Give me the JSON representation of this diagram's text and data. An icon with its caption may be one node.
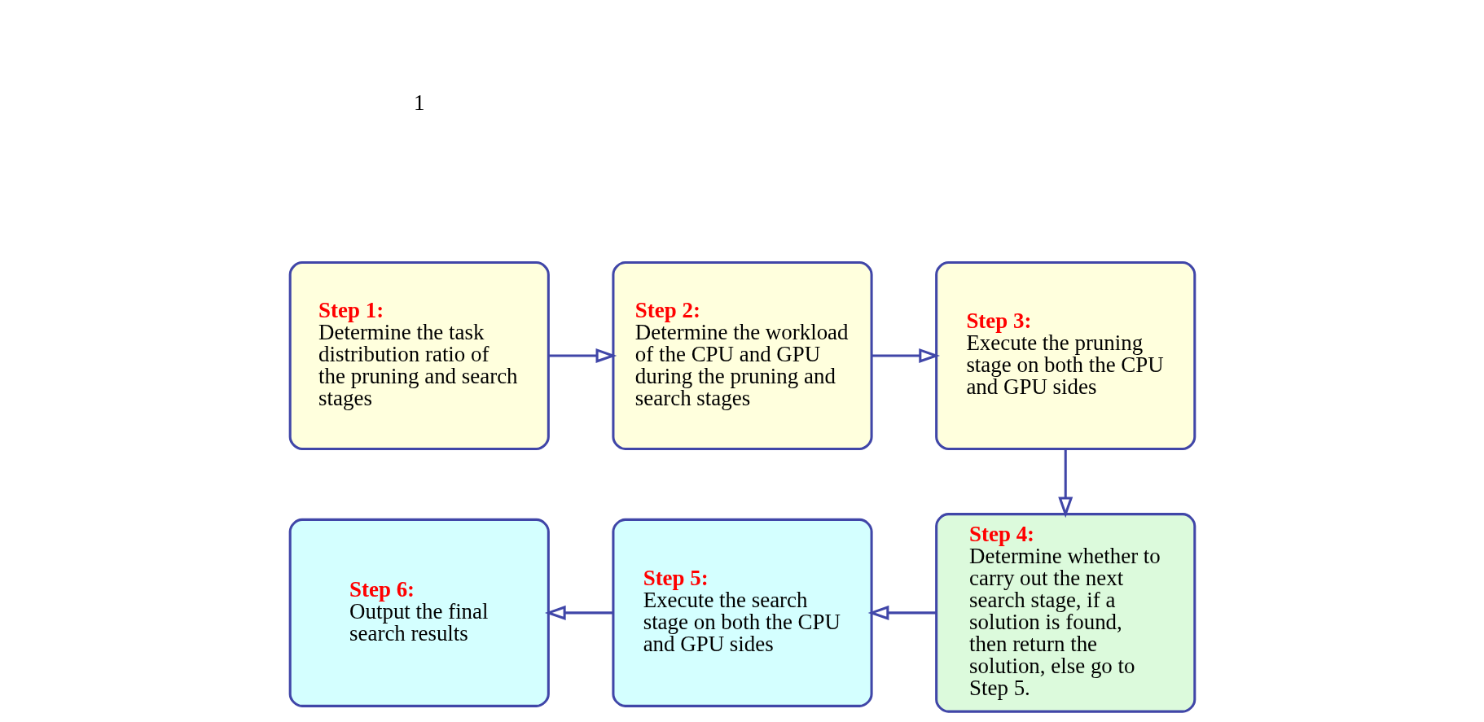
{
  "diagram": {
    "nodes": [
      {
        "text": [
          "Step 1:",
          "Determine the task distribution ratio of the pruning and search stages"
        ]
      },
      {
        "text": [
          "Step 2:",
          "Determine the workload of the CPU and GPU during the pruning and search stages"
        ]
      },
      {
        "text": [
          "Step 3:",
          "Execute the pruning stage on both the CPU and GPU sides"
        ]
      },
      {
        "text": [
          "Step 4:",
          "Determine whether to carry out the next search stage, if a solution is found, then return the solution, else go to Step 5."
        ]
      },
      {
        "text": [
          "Step 5:",
          "Execute the search stage on both the CPU and GPU sides"
        ]
      },
      {
        "text": [
          "Step 6:",
          "Output the final search results"
        ]
      }
    ],
    "edges": [
      {
        "from": 0,
        "to": 1,
        "arrow": "to"
      },
      {
        "from": 1,
        "to": 2,
        "arrow": "to"
      },
      {
        "from": 2,
        "to": 3,
        "arrow": "to"
      },
      {
        "from": 3,
        "to": 4,
        "arrow": "to"
      },
      {
        "from": 4,
        "to": 5,
        "arrow": "to"
      }
    ],
    "labels": [
      "1"
    ]
  }
}
